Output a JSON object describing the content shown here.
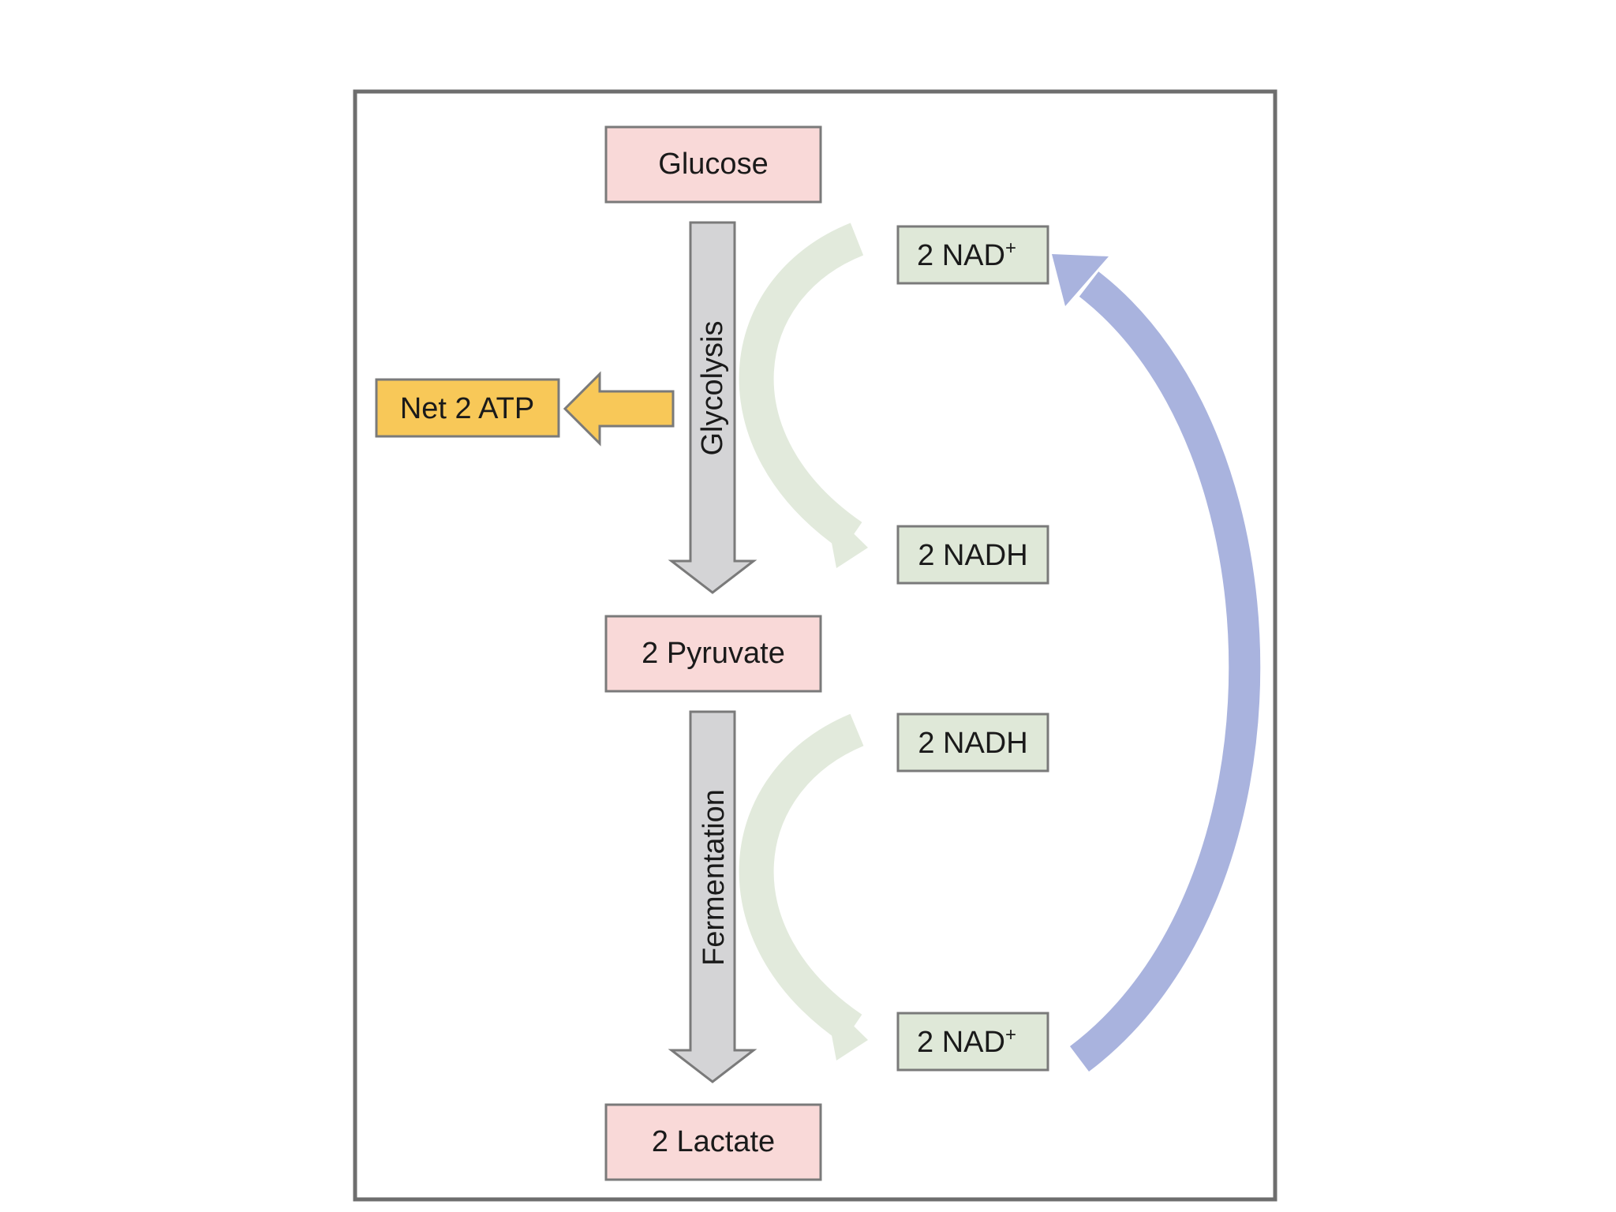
{
  "colors": {
    "frame": "#6e6e6e",
    "substrate_fill": "#f9d9d8",
    "cofactor_fill": "#dfe8d8",
    "atp_fill": "#f8c858",
    "process_arrow_fill": "#d4d4d6",
    "process_arrow_stroke": "#7a7a7a",
    "cycle_arrow_fill": "#e2eadc",
    "regen_arrow_fill": "#a9b3de"
  },
  "nodes": {
    "glucose": "Glucose",
    "pyruvate": "2 Pyruvate",
    "lactate": "2 Lactate",
    "atp": "Net 2 ATP",
    "nad_top": {
      "main": "2 NAD",
      "sup": "+"
    },
    "nadh_top": "2 NADH",
    "nadh_bottom": "2 NADH",
    "nad_bottom": {
      "main": "2 NAD",
      "sup": "+"
    }
  },
  "processes": {
    "glycolysis": "Glycolysis",
    "fermentation": "Fermentation"
  }
}
